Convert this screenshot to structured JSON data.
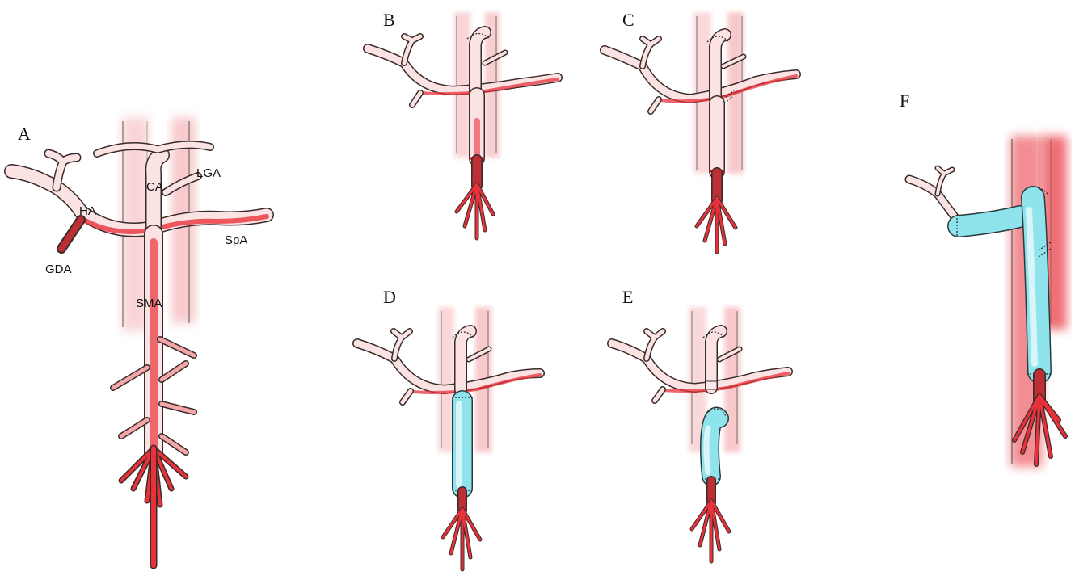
{
  "colors": {
    "artery": "#e8323a",
    "artery_light": "#fbe3e4",
    "background_vessel": "#f6b9bb",
    "graft": "#8ee3ec",
    "outline": "#3a2a2a"
  },
  "panels": {
    "A": {
      "letter": "A",
      "labels": {
        "ha": "HA",
        "ca": "CA",
        "lga": "LGA",
        "spa": "SpA",
        "gda": "GDA",
        "sma": "SMA"
      }
    },
    "B": {
      "letter": "B"
    },
    "C": {
      "letter": "C"
    },
    "D": {
      "letter": "D"
    },
    "E": {
      "letter": "E"
    },
    "F": {
      "letter": "F"
    }
  }
}
